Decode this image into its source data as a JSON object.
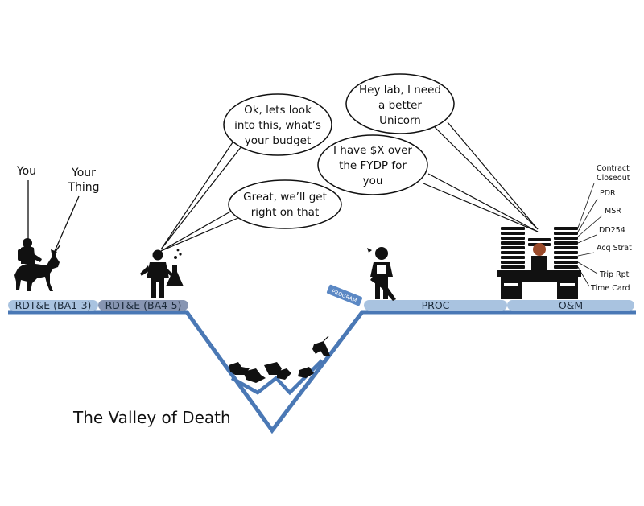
{
  "labels": {
    "you": "You",
    "your_thing_line1": "Your",
    "your_thing_line2": "Thing",
    "valley_title": "The Valley of Death"
  },
  "bars": {
    "rdte_ba13": "RDT&E (BA1-3)",
    "rdte_ba45": "RDT&E (BA4-5)",
    "proc": "PROC",
    "om": "O&M",
    "program_sign": "PROGRAM"
  },
  "bubbles": {
    "lab_budget": [
      "Ok, lets look",
      "into this, what’s",
      "your budget"
    ],
    "lab_great": [
      "Great, we’ll get",
      "right on that"
    ],
    "om_unicorn": [
      "Hey lab, I need",
      "a better",
      "Unicorn"
    ],
    "om_budget": [
      "I have $X over",
      "the FYDP for",
      "you"
    ]
  },
  "documents": {
    "contract_line1": "Contract",
    "contract_line2": "Closeout",
    "pdr": "PDR",
    "msr": "MSR",
    "dd254": "DD254",
    "acq_strat": "Acq Strat",
    "trip_rpt": "Trip Rpt",
    "time_card": "Time Card"
  },
  "colors": {
    "ground": "#4a78b5",
    "bar_light": "#a9c3e0",
    "bar_dark": "#8795b2",
    "ink": "#111111"
  },
  "icons": {
    "person_on_unicorn": "person-riding-unicorn-icon",
    "scientist": "scientist-with-flask-icon",
    "program_manager": "program-manager-with-chainsaw-icon",
    "bureaucrat": "bureaucrat-behind-paper-stacks-icon",
    "fallen_unicorns": "fallen-unicorns-icon"
  }
}
